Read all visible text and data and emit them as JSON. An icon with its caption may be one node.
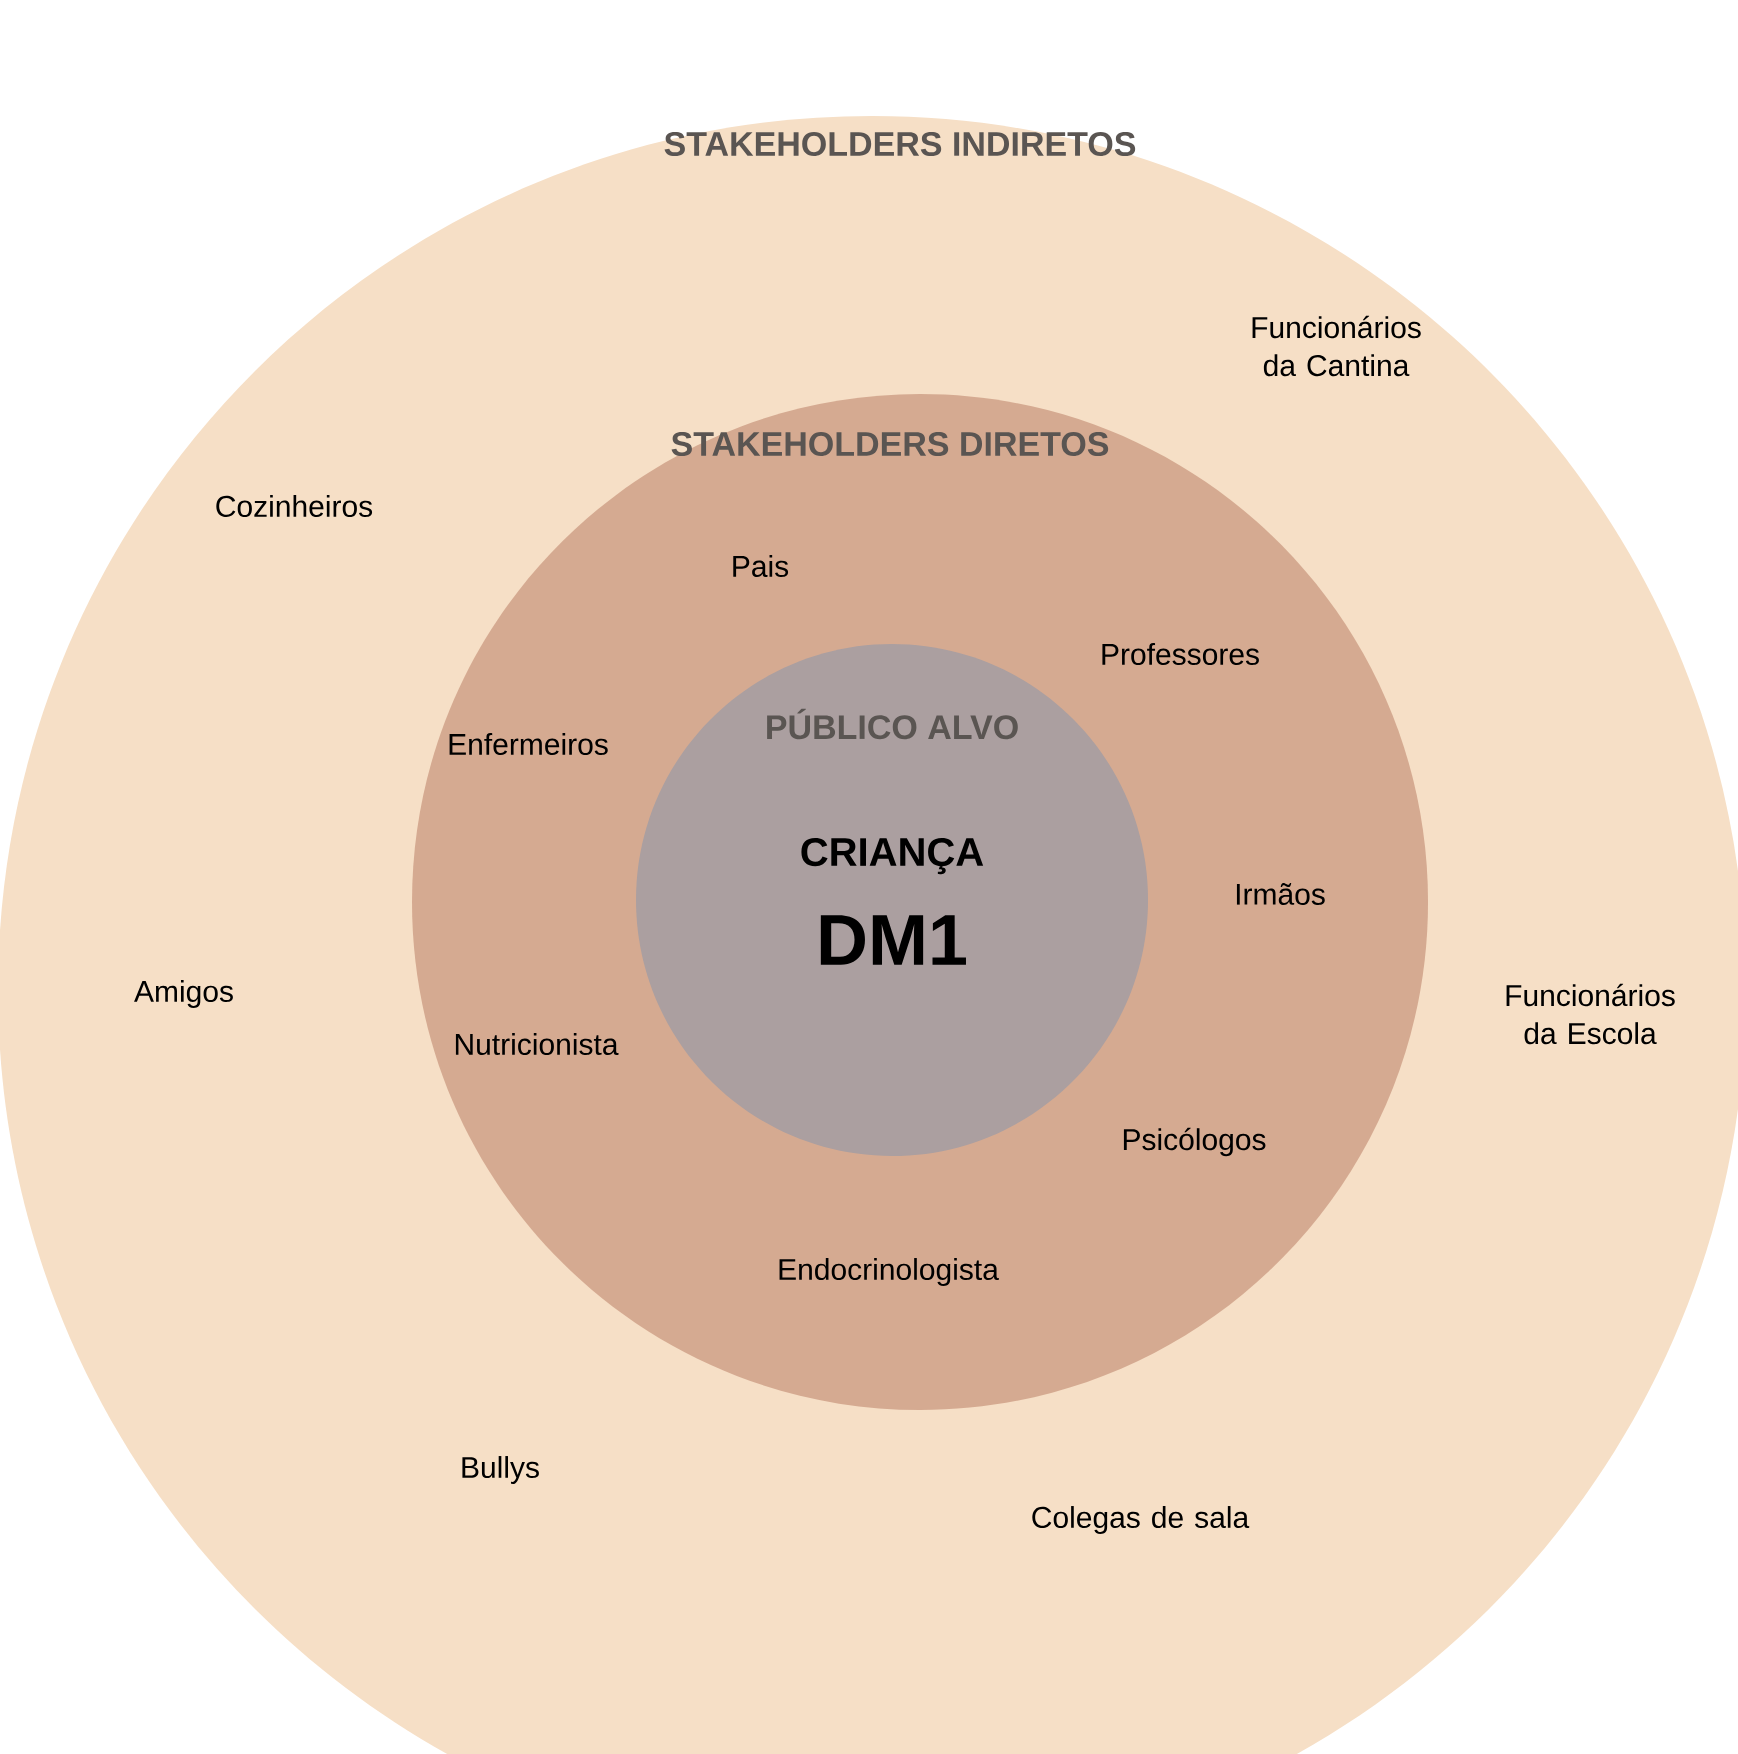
{
  "diagram": {
    "nodes": [
      {
        "text": [
          "STAKEHOLDERS INDIRETOS",
          "Funcionários da Cantina",
          "Cozinheiros",
          "Amigos",
          "Funcionários da Escola",
          "Bullys",
          "Colegas de sala"
        ]
      },
      {
        "text": [
          "STAKEHOLDERS DIRETOS",
          "Pais",
          "Professores",
          "Enfermeiros",
          "Irmãos",
          "Nutricionista",
          "Psicólogos",
          "Endocrinologista"
        ],
        "in": 0
      },
      {
        "text": [
          "PÚBLICO ALVO",
          "CRIANÇA",
          "DM1"
        ],
        "in": 1
      }
    ]
  }
}
